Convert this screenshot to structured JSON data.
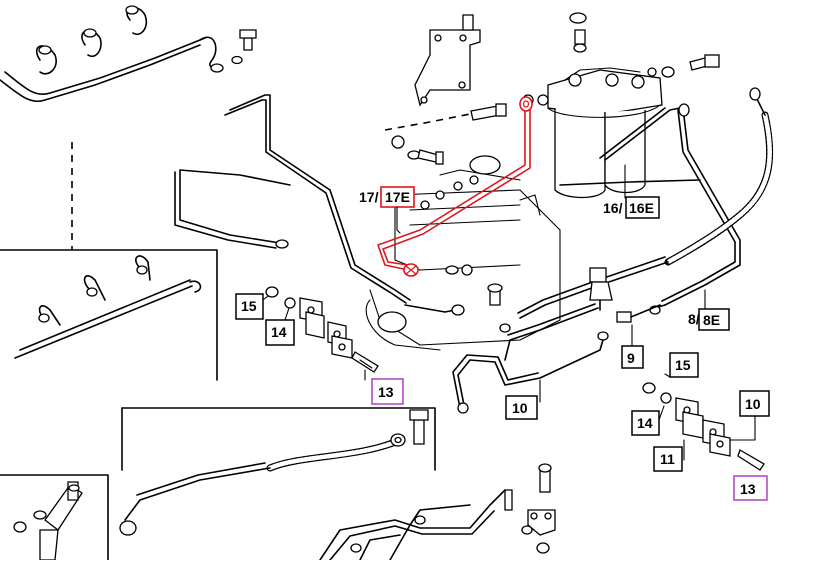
{
  "diagram": {
    "callouts": {
      "c17": {
        "prefix": "17/",
        "boxed": "17E"
      },
      "c16": {
        "prefix": "16/",
        "boxed": "16E"
      },
      "c8": {
        "prefix": "8/",
        "boxed": "8E"
      },
      "c15a": "15",
      "c14a": "14",
      "c13a": "13",
      "c10a": "10",
      "c9": "9",
      "c15b": "15",
      "c14b": "14",
      "c11": "11",
      "c10b": "10",
      "c13b": "13"
    },
    "colors": {
      "highlight": "#e0141e",
      "callout_alt": "#b44bc8",
      "ink": "#000000"
    }
  }
}
